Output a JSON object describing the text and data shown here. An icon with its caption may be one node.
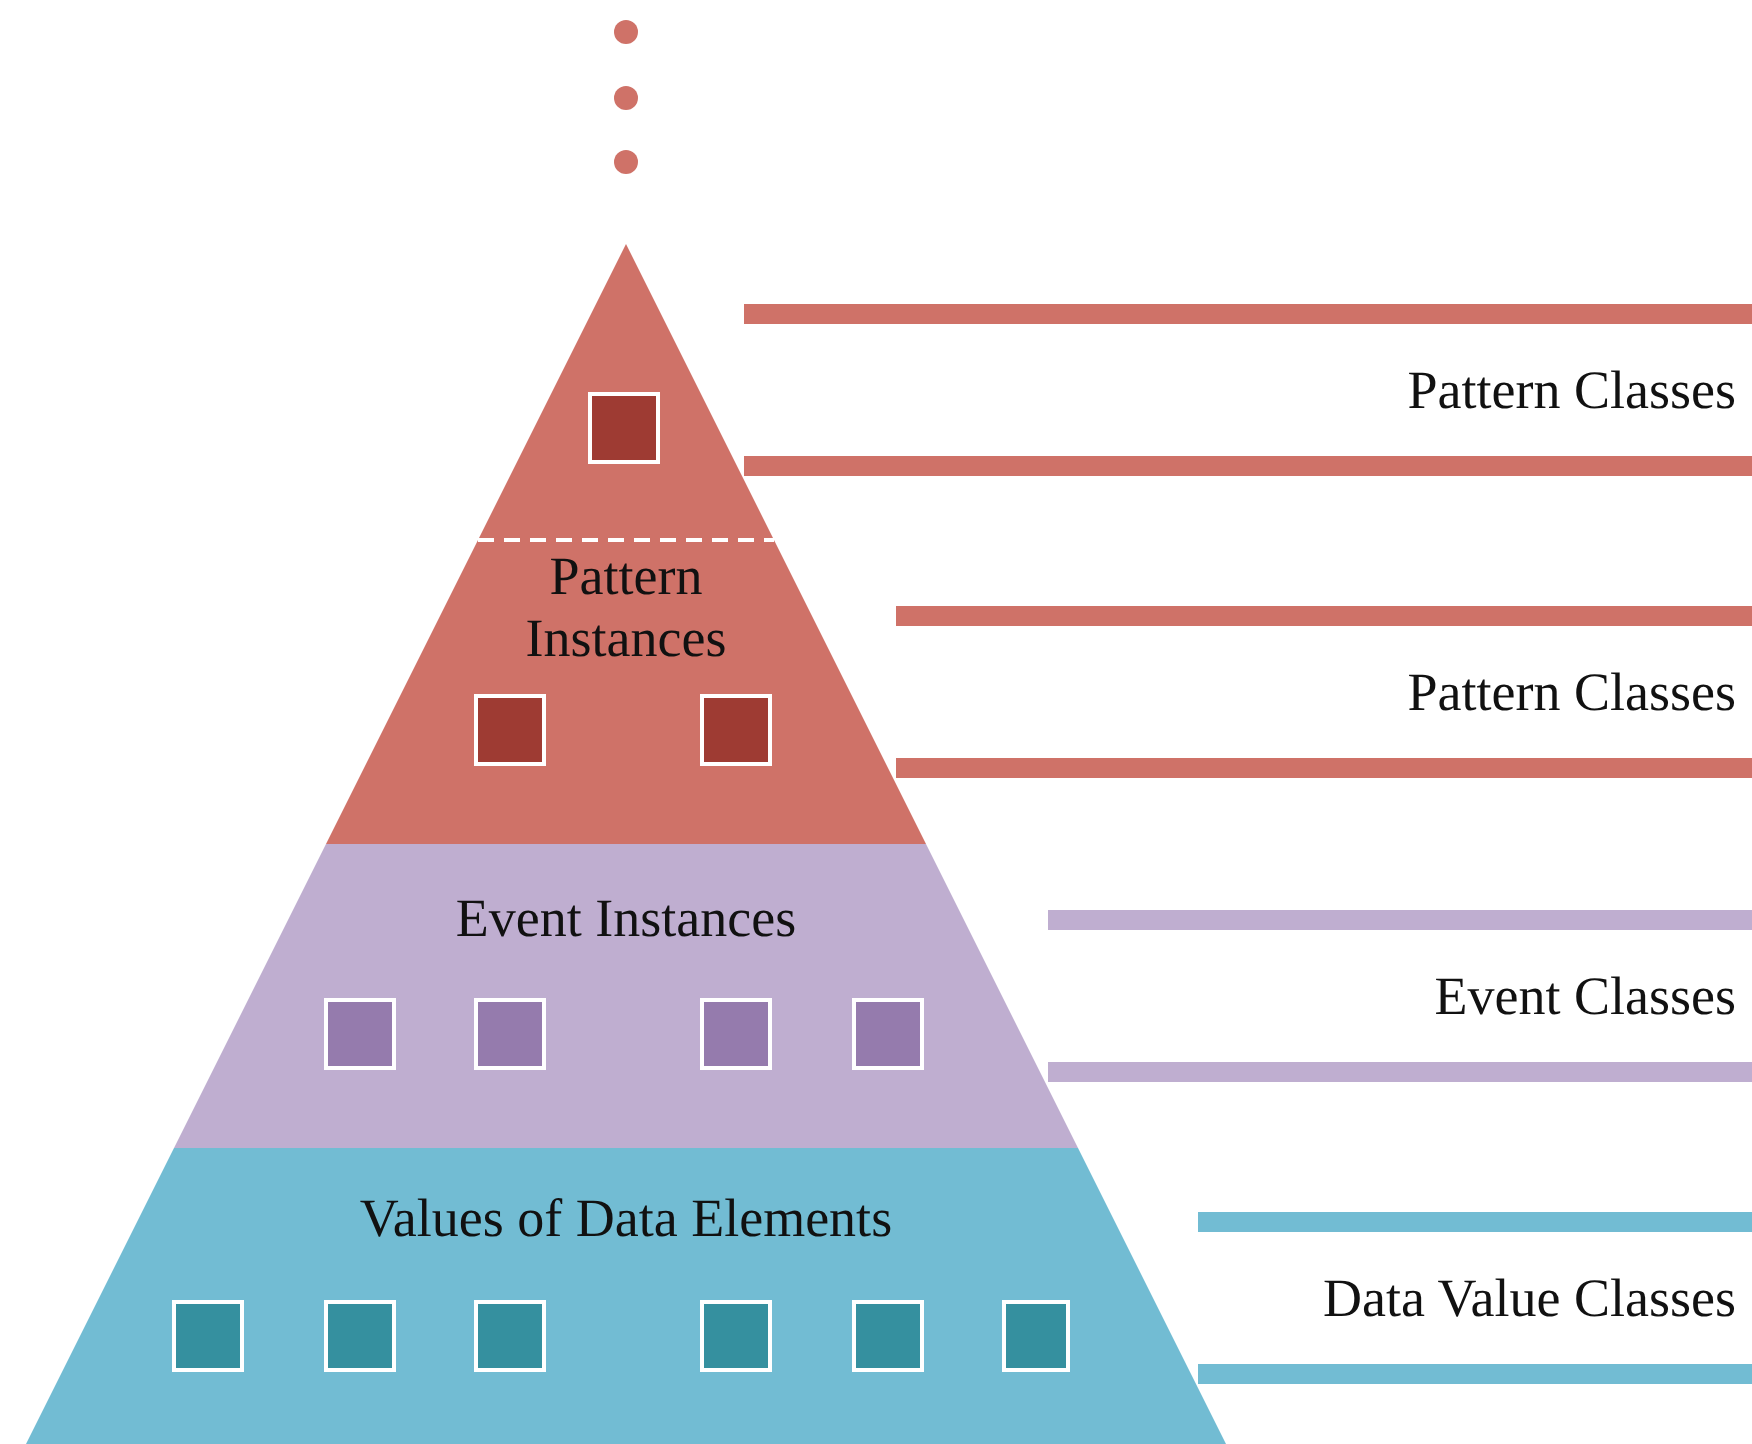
{
  "diagram": {
    "nodes": [
      {
        "text": [],
        "shape": "triangle"
      },
      {
        "text": [],
        "shape": "box",
        "in": 0
      },
      {
        "text": [
          "Pattern Instances"
        ]
      },
      {
        "text": [],
        "shape": "box",
        "in": 2
      },
      {
        "text": [],
        "shape": "box",
        "in": 2
      },
      {
        "text": [
          "Event Instances"
        ]
      },
      {
        "text": [],
        "shape": "box",
        "in": 5
      },
      {
        "text": [],
        "shape": "box",
        "in": 5
      },
      {
        "text": [],
        "shape": "box",
        "in": 5
      },
      {
        "text": [],
        "shape": "box",
        "in": 5
      },
      {
        "text": [
          "Values of Data Elements"
        ]
      },
      {
        "text": [],
        "shape": "box",
        "in": 10
      },
      {
        "text": [],
        "shape": "box",
        "in": 10
      },
      {
        "text": [],
        "shape": "box",
        "in": 10
      },
      {
        "text": [],
        "shape": "box",
        "in": 10
      },
      {
        "text": [],
        "shape": "box",
        "in": 10
      },
      {
        "text": [],
        "shape": "box",
        "in": 10
      },
      {
        "text": [
          "Pattern Classes"
        ]
      },
      {
        "text": [
          "Pattern Classes"
        ]
      },
      {
        "text": [
          "Event Classes"
        ]
      },
      {
        "text": [
          "Data Value Classes"
        ]
      }
    ],
    "edges": []
  }
}
